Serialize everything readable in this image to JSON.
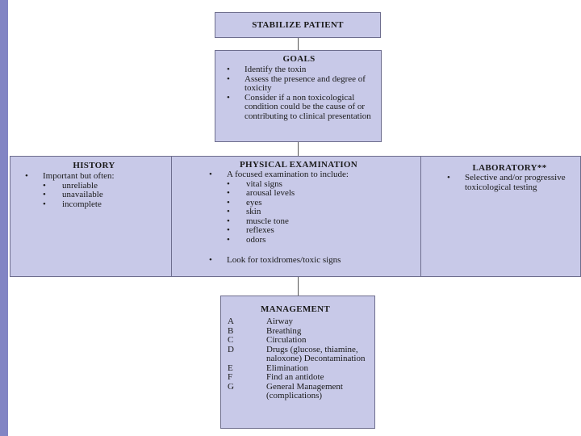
{
  "stabilize": {
    "title": "STABILIZE PATIENT"
  },
  "goals": {
    "title": "GOALS",
    "items": [
      "Identify the toxin",
      "Assess the presence and degree of toxicity",
      "Consider if a non toxicological condition could be the cause of or contributing to clinical presentation"
    ]
  },
  "history": {
    "title": "HISTORY",
    "lead": "Important but often:",
    "items": [
      "unreliable",
      "unavailable",
      "incomplete"
    ]
  },
  "physical": {
    "title": "PHYSICAL EXAMINATION",
    "lead": "A focused examination to include:",
    "items": [
      "vital signs",
      "arousal levels",
      "eyes",
      "skin",
      "muscle tone",
      "reflexes",
      "odors"
    ],
    "tail": "Look for toxidromes/toxic signs"
  },
  "laboratory": {
    "title": "LABORATORY**",
    "items": [
      "Selective and/or progressive toxicological testing"
    ]
  },
  "management": {
    "title": "MANAGEMENT",
    "rows": [
      {
        "letter": "A",
        "text": "Airway"
      },
      {
        "letter": "B",
        "text": "Breathing"
      },
      {
        "letter": "C",
        "text": "Circulation"
      },
      {
        "letter": "D",
        "text": "Drugs (glucose, thiamine, naloxone) Decontamination"
      },
      {
        "letter": "E",
        "text": "Elimination"
      },
      {
        "letter": "F",
        "text": "Find an antidote"
      },
      {
        "letter": "G",
        "text": "General Management (complications)"
      }
    ]
  },
  "colors": {
    "box_fill": "#c8c9e8",
    "box_border": "#6e6e8e",
    "side_bar": "#8285c4"
  }
}
